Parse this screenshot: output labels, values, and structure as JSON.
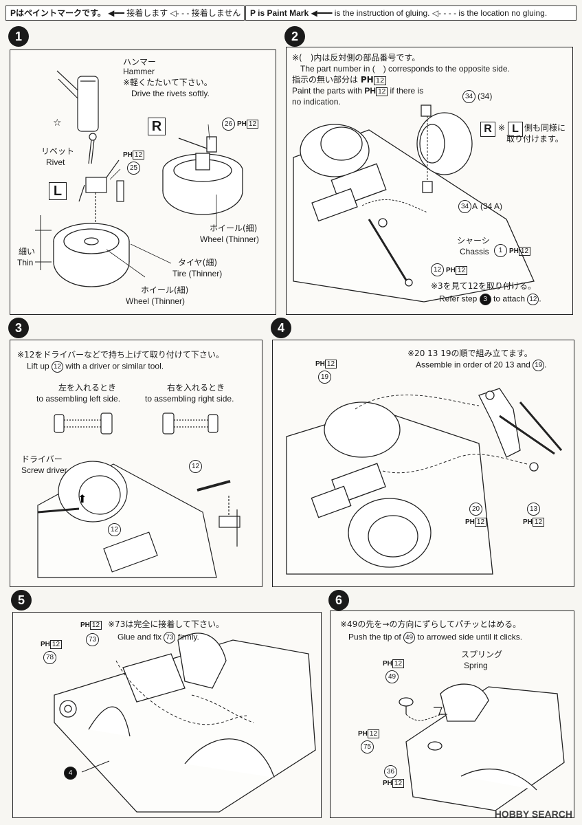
{
  "legend": {
    "left": {
      "paint_mark_jp": "Pはペイントマークです。",
      "glue_jp": "接着します",
      "noglue_jp": "接着しません"
    },
    "right": {
      "paint_mark_en": "P is Paint Mark",
      "glue_en": "is the instruction of gluing.",
      "noglue_en": "is the location no gluing."
    }
  },
  "steps": {
    "s1": {
      "number": "1",
      "hammer_jp": "ハンマー",
      "hammer_en": "Hammer",
      "drive_jp": "※軽くたたいて下さい。",
      "drive_en": "Drive the rivets softly.",
      "rivet_jp": "リベット",
      "rivet_en": "Rivet",
      "side_r": "R",
      "side_l": "L",
      "part_26": "26",
      "part_25": "25",
      "paint_12": "12",
      "thin_jp": "細い",
      "thin_en": "Thin",
      "wheel1_jp": "ホイール(細)",
      "wheel1_en": "Wheel (Thinner)",
      "tire_jp": "タイヤ(細)",
      "tire_en": "Tire (Thinner)",
      "wheel2_jp": "ホイール(細)",
      "wheel2_en": "Wheel (Thinner)"
    },
    "s2": {
      "number": "2",
      "note1_jp": "※(　)内は反対側の部品番号です。",
      "note1_en": "The part number in (　) corresponds to the opposite side.",
      "note2_jp": "指示の無い部分は",
      "note2_en1": "Paint the parts with",
      "note2_en2": "if there is",
      "note2_en3": "no indication.",
      "part_34": "34",
      "part_34b": "(34)",
      "side_r": "R",
      "side_l": "L",
      "lr_note_jp": "側も同様に",
      "lr_note_jp2": "取り付けます。",
      "part_34a": "34",
      "part_34a_suffix": "A",
      "part_34a_paren": "(34 A)",
      "chassis_jp": "シャーシ",
      "chassis_en": "Chassis",
      "chassis_no": "1",
      "part_12": "12",
      "refer_jp": "※3を見て12を取り付ける。",
      "refer_en1": "Refer step",
      "refer_en_step": "3",
      "refer_en2": "to attach",
      "refer_en_part": "12",
      "paint_12": "12"
    },
    "s3": {
      "number": "3",
      "note_jp": "※12をドライバーなどで持ち上げて取り付けて下さい。",
      "note_en1": "Lift up",
      "note_en_part": "12",
      "note_en2": "with a driver or similar tool.",
      "left_jp": "左を入れるとき",
      "left_en": "to assembling left side.",
      "right_jp": "右を入れるとき",
      "right_en": "to assembling right side.",
      "driver_jp": "ドライバー",
      "driver_en": "Screw driver",
      "part_12": "12"
    },
    "s4": {
      "number": "4",
      "note_jp": "※20 13 19の順で組み立てます。",
      "note_en1": "Assemble in order of",
      "note_en_parts": "20 13",
      "note_en2": "and",
      "note_en_part3": "19",
      "part_19": "19",
      "part_20": "20",
      "part_13": "13",
      "paint_12": "12"
    },
    "s5": {
      "number": "5",
      "note_jp": "※73は完全に接着して下さい。",
      "note_en1": "Glue and fix",
      "note_en_part": "73",
      "note_en2": "firmly.",
      "part_73": "73",
      "part_78": "78",
      "part_4": "4",
      "paint_12": "12"
    },
    "s6": {
      "number": "6",
      "note_jp": "※49の先を→の方向にずらしてパチッとはめる。",
      "note_en1": "Push the tip of",
      "note_en_part": "49",
      "note_en2": "to arrowed side until it clicks.",
      "spring_jp": "スプリング",
      "spring_en": "Spring",
      "part_49": "49",
      "part_75": "75",
      "part_36": "36",
      "paint_12": "12"
    }
  },
  "watermark": "HOBBY SEARCH",
  "paint_symbol": "PH"
}
